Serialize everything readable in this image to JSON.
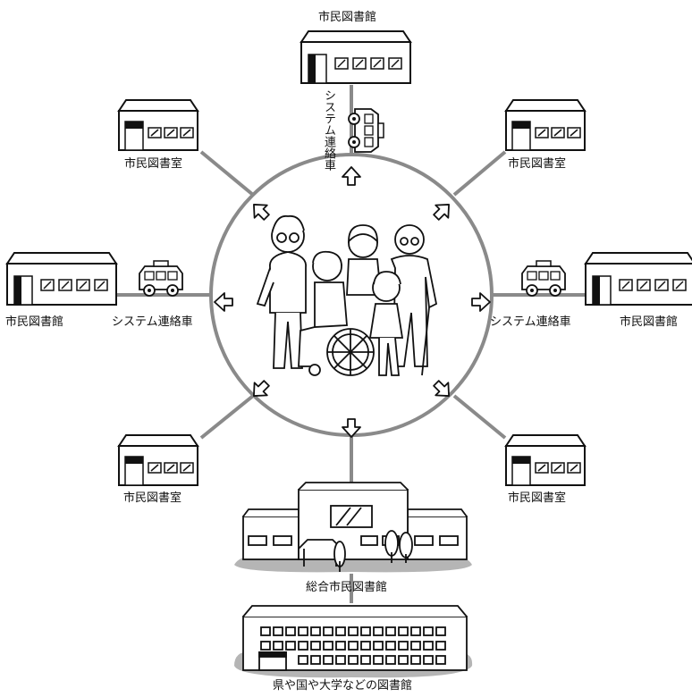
{
  "labels": {
    "top_library": "市民図書館",
    "left_library": "市民図書館",
    "right_library": "市民図書館",
    "room_top_left": "市民図書室",
    "room_top_right": "市民図書室",
    "room_bottom_left": "市民図書室",
    "room_bottom_right": "市民図書室",
    "shuttle_top": "システム連絡車",
    "shuttle_left": "システム連絡車",
    "shuttle_right": "システム連絡車",
    "central_library": "総合市民図書館",
    "external_libraries": "県や国や大学などの図書館"
  },
  "colors": {
    "ring": "#8a8a8a",
    "line": "#111111",
    "arrow_fill": "#ffffff",
    "hedge": "#b5b5b5"
  }
}
